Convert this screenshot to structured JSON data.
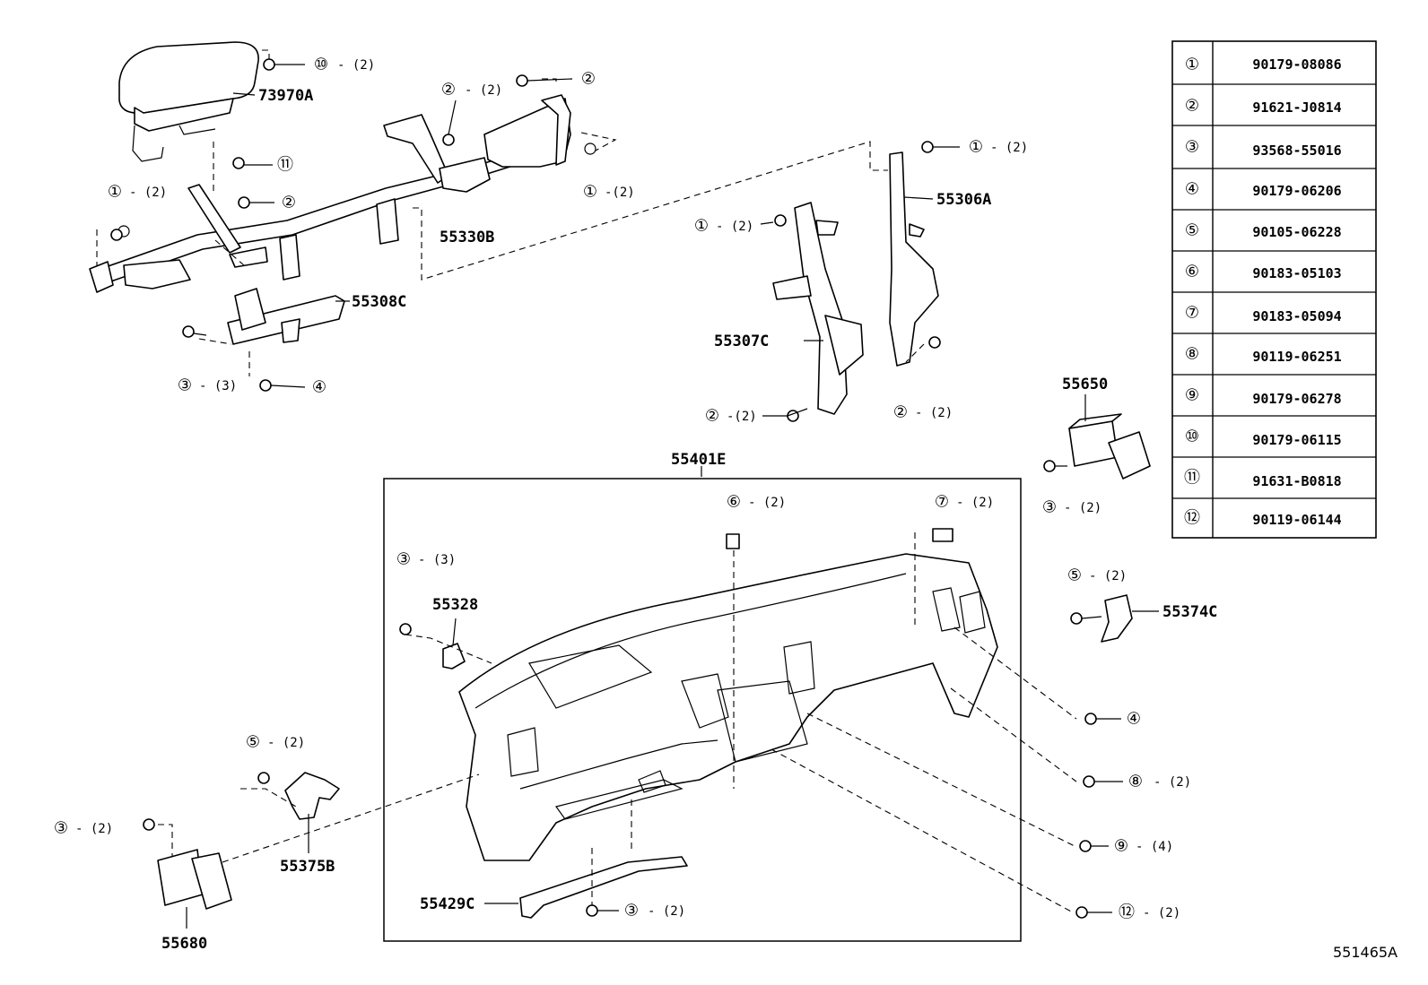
{
  "callouts": [
    {
      "n": "⑩",
      "qty": "- (2)"
    },
    {
      "n": "②",
      "qty": "- (2)"
    },
    {
      "n": "②",
      "qty": ""
    },
    {
      "n": "⑪",
      "qty": ""
    },
    {
      "n": "①",
      "qty": "- (2)"
    },
    {
      "n": "②",
      "qty": ""
    },
    {
      "n": "①",
      "qty": "-(2)"
    },
    {
      "n": "③",
      "qty": "- (3)"
    },
    {
      "n": "④",
      "qty": ""
    },
    {
      "n": "①",
      "qty": "- (2)"
    },
    {
      "n": "①",
      "qty": "- (2)"
    },
    {
      "n": "②",
      "qty": "-(2)"
    },
    {
      "n": "②",
      "qty": "- (2)"
    },
    {
      "n": "③",
      "qty": "- (2)"
    },
    {
      "n": "⑥",
      "qty": "- (2)"
    },
    {
      "n": "⑦",
      "qty": "- (2)"
    },
    {
      "n": "③",
      "qty": "- (3)"
    },
    {
      "n": "⑤",
      "qty": "- (2)"
    },
    {
      "n": "⑤",
      "qty": "- (2)"
    },
    {
      "n": "③",
      "qty": "- (2)"
    },
    {
      "n": "④",
      "qty": ""
    },
    {
      "n": "⑧",
      "qty": "- (2)"
    },
    {
      "n": "⑨",
      "qty": "- (4)"
    },
    {
      "n": "⑫",
      "qty": "- (2)"
    },
    {
      "n": "③",
      "qty": "- (2)"
    }
  ],
  "part_labels": [
    "73970A",
    "55330B",
    "55308C",
    "55306A",
    "55307C",
    "55650",
    "55401E",
    "55328",
    "55374C",
    "55375B",
    "55680",
    "55429C"
  ],
  "legend_table": {
    "rows": [
      {
        "num": "①",
        "part": "90179-08086"
      },
      {
        "num": "②",
        "part": "91621-J0814"
      },
      {
        "num": "③",
        "part": "93568-55016"
      },
      {
        "num": "④",
        "part": "90179-06206"
      },
      {
        "num": "⑤",
        "part": "90105-06228"
      },
      {
        "num": "⑥",
        "part": "90183-05103"
      },
      {
        "num": "⑦",
        "part": "90183-05094"
      },
      {
        "num": "⑧",
        "part": "90119-06251"
      },
      {
        "num": "⑨",
        "part": "90179-06278"
      },
      {
        "num": "⑩",
        "part": "90179-06115"
      },
      {
        "num": "⑪",
        "part": "91631-B0818"
      },
      {
        "num": "⑫",
        "part": "90119-06144"
      }
    ]
  },
  "diagram_ref": "551465A"
}
